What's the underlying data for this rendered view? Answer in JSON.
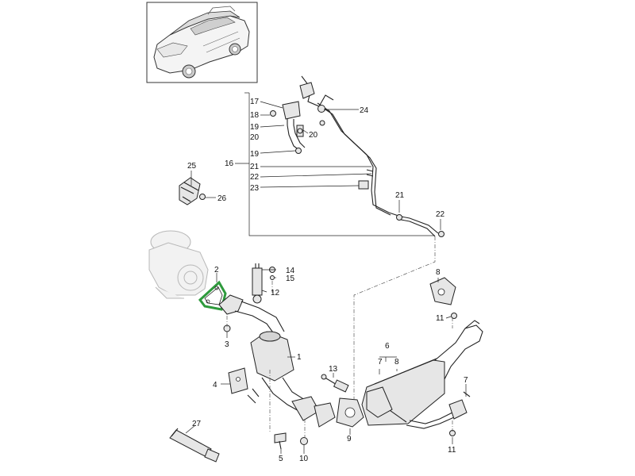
{
  "colors": {
    "highlight": "#2e9a3c",
    "line": "#222222",
    "ghost": "#b8b8b8"
  },
  "vehicle_thumbnail": {
    "icon": "suv-vehicle-icon"
  },
  "callouts": [
    {
      "id": "c1",
      "label": "1"
    },
    {
      "id": "c2",
      "label": "2"
    },
    {
      "id": "c3",
      "label": "3"
    },
    {
      "id": "c4",
      "label": "4"
    },
    {
      "id": "c5",
      "label": "5"
    },
    {
      "id": "c6",
      "label": "6"
    },
    {
      "id": "c7a",
      "label": "7"
    },
    {
      "id": "c7b",
      "label": "7"
    },
    {
      "id": "c8a",
      "label": "8"
    },
    {
      "id": "c8b",
      "label": "8"
    },
    {
      "id": "c9",
      "label": "9"
    },
    {
      "id": "c10",
      "label": "10"
    },
    {
      "id": "c11a",
      "label": "11"
    },
    {
      "id": "c11b",
      "label": "11"
    },
    {
      "id": "c12",
      "label": "12"
    },
    {
      "id": "c13",
      "label": "13"
    },
    {
      "id": "c14",
      "label": "14"
    },
    {
      "id": "c15",
      "label": "15"
    },
    {
      "id": "c16",
      "label": "16"
    },
    {
      "id": "c17",
      "label": "17"
    },
    {
      "id": "c18",
      "label": "18"
    },
    {
      "id": "c19a",
      "label": "19"
    },
    {
      "id": "c19b",
      "label": "19"
    },
    {
      "id": "c20a",
      "label": "20"
    },
    {
      "id": "c20b",
      "label": "20"
    },
    {
      "id": "c21a",
      "label": "21"
    },
    {
      "id": "c21b",
      "label": "21"
    },
    {
      "id": "c22a",
      "label": "22"
    },
    {
      "id": "c22b",
      "label": "22"
    },
    {
      "id": "c23",
      "label": "23"
    },
    {
      "id": "c24",
      "label": "24"
    },
    {
      "id": "c25",
      "label": "25"
    },
    {
      "id": "c26",
      "label": "26"
    },
    {
      "id": "c27",
      "label": "27"
    }
  ]
}
